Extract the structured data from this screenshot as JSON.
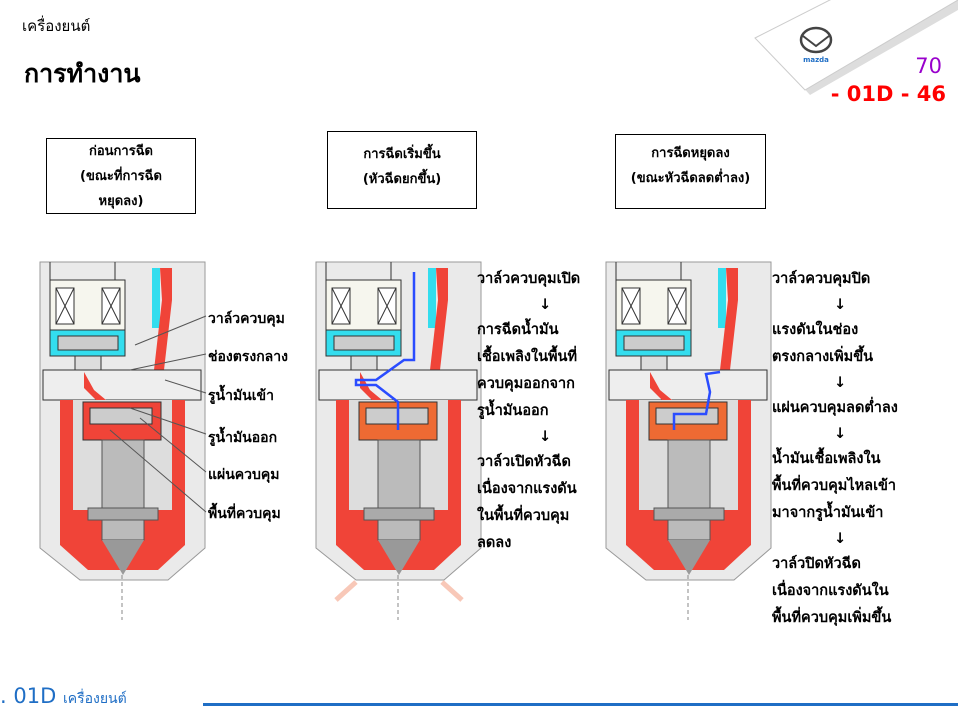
{
  "header": {
    "section": "เครื่องยนต์",
    "title": "การทำงาน",
    "page_number": "70",
    "page_code": "- 01D - 46",
    "logo_text": "mazda"
  },
  "panels": [
    {
      "title_lines": [
        "ก่อนการฉีด",
        "(ขณะที่การฉีด",
        "หยุดลง)"
      ],
      "labels": [
        "วาล์วควบคุม",
        "ช่องตรงกลาง",
        "รูน้ำมันเข้า",
        "รูน้ำมันออก",
        "แผ่นควบคุม",
        "พื้นที่ควบคุม"
      ]
    },
    {
      "title_lines": [
        "การฉีดเริ่มขึ้น",
        "(หัวฉีดยกขึ้น)"
      ],
      "steps": [
        "วาล์วควบคุมเปิด",
        "↓",
        "การฉีดน้ำมัน",
        "เชื้อเพลิงในพื้นที่",
        "ควบคุมออกจาก",
        "รูน้ำมันออก",
        "↓",
        "วาล์วเปิดหัวฉีด",
        "เนื่องจากแรงดัน",
        "ในพื้นที่ควบคุม",
        "ลดลง"
      ]
    },
    {
      "title_lines": [
        "การฉีดหยุดลง",
        "(ขณะหัวฉีดลดต่ำลง)"
      ],
      "steps": [
        "วาล์วควบคุมปิด",
        "↓",
        "แรงดันในช่อง",
        "ตรงกลางเพิ่มขึ้น",
        "↓",
        "แผ่นควบคุมลดต่ำลง",
        "↓",
        "น้ำมันเชื้อเพลิงใน",
        "พื้นที่ควบคุมไหลเข้า",
        "มาจากรูน้ำมันเข้า",
        "↓",
        "วาล์วปิดหัวฉีด",
        "เนื่องจากแรงดันใน",
        "พื้นที่ควบคุมเพิ่มขึ้น"
      ]
    }
  ],
  "footer": {
    "code": ". 01D",
    "section": "เครื่องยนต์"
  },
  "colors": {
    "accent": "#1f6ec5",
    "red": "#ff0000",
    "fuel_high": "#f04438",
    "fuel_low": "#33ddee",
    "flow": "#2a4cff",
    "control": "#ee6a33"
  }
}
